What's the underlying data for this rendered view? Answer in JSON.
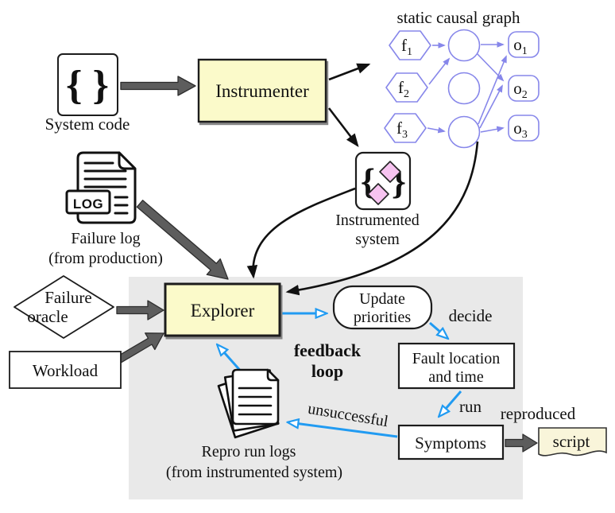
{
  "figure": {
    "type": "flow-diagram"
  },
  "colors": {
    "highlight_yellow": "#FBFACA",
    "panel_gray": "#E9E9E9",
    "arrow_blue": "#219BF2",
    "graph_blue": "#8787EA",
    "diamond_pink": "#F7C3F0",
    "script_yellow": "#F9F5DA",
    "gray_arrow": "#5d5d5d"
  },
  "nodes": {
    "system_code": {
      "icon_glyph": "{ }",
      "label": "System code"
    },
    "instrumenter": {
      "label": "Instrumenter"
    },
    "causal_graph": {
      "title": "static causal graph",
      "factors": [
        {
          "base": "f",
          "sub": "1"
        },
        {
          "base": "f",
          "sub": "2"
        },
        {
          "base": "f",
          "sub": "3"
        }
      ],
      "outputs": [
        {
          "base": "o",
          "sub": "1"
        },
        {
          "base": "o",
          "sub": "2"
        },
        {
          "base": "o",
          "sub": "3"
        }
      ]
    },
    "instrumented_system": {
      "brace_open": "{",
      "brace_close": "}",
      "label_line1": "Instrumented",
      "label_line2": "system"
    },
    "failure_log": {
      "badge": "LOG",
      "label_line1": "Failure log",
      "label_line2": "(from production)"
    },
    "failure_oracle": {
      "label_line1": "Failure",
      "label_line2": "oracle"
    },
    "workload": {
      "label": "Workload"
    },
    "explorer": {
      "label": "Explorer"
    },
    "update_priorities": {
      "label_line1": "Update",
      "label_line2": "priorities"
    },
    "fault_location": {
      "label_line1": "Fault location",
      "label_line2": "and time"
    },
    "symptoms": {
      "label": "Symptoms"
    },
    "script": {
      "label": "script"
    },
    "repro_logs": {
      "label_line1": "Repro run logs",
      "label_line2": "(from instrumented system)"
    }
  },
  "edge_labels": {
    "decide": "decide",
    "run": "run",
    "unsuccessful": "unsuccessful",
    "reproduced": "reproduced",
    "feedback_line1": "feedback",
    "feedback_line2": "loop"
  }
}
